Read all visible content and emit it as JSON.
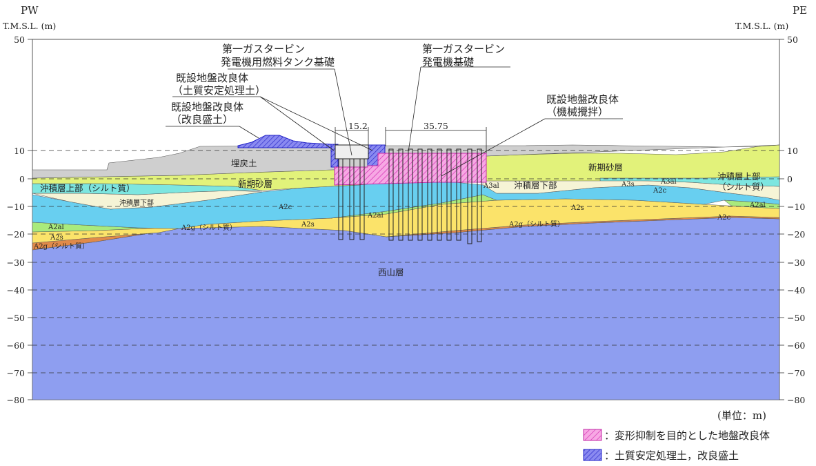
{
  "header": {
    "left_id": "PW",
    "left_unit": "T.M.S.L. (m)",
    "right_id": "PE",
    "right_unit": "T.M.S.L. (m)"
  },
  "axis": {
    "ticks": [
      "50",
      "10",
      "0",
      "−10",
      "−20",
      "−30",
      "−40",
      "−50",
      "−60",
      "−70",
      "−80"
    ]
  },
  "dimensions": {
    "tank_width": "15.2",
    "generator_width": "35.75"
  },
  "callouts": {
    "tank_foundation_1": "第一ガスタービン",
    "tank_foundation_2": "発電機用燃料タンク基礎",
    "generator_foundation_1": "第一ガスタービン",
    "generator_foundation_2": "発電機基礎",
    "soil_stabilized_1": "既設地盤改良体",
    "soil_stabilized_2": "（土質安定処理土）",
    "improved_embank_1": "既設地盤改良体",
    "improved_embank_2": "（改良盛土）",
    "mechanical_1": "既設地盤改良体",
    "mechanical_2": "（機械攪拌）"
  },
  "layers": {
    "fill": "埋戻土",
    "shinki_west": "新期砂層",
    "shinki_east": "新期砂層",
    "chuseki_upper_w": "沖積層上部（シルト質）",
    "chuseki_lower_w": "沖積層下部",
    "chuseki_lower_e": "沖積層下部",
    "chuseki_upper_e1": "沖積層上部",
    "chuseki_upper_e2": "（シルト質）",
    "a2c_1": "A2c",
    "a2c_2": "A2c",
    "a2c_3": "A2c",
    "a2al_1": "A2al",
    "a2al_2": "A2al",
    "a2al_3": "A2al",
    "a2s_1": "A2s",
    "a2s_2": "A2s",
    "a2s_3": "A2s",
    "a2g_1": "A2g（シルト質）",
    "a2g_2": "A2g（シルト質）",
    "a2g_3": "A2g（シルト質）",
    "a3al_1": "A3al",
    "a3al_2": "A3al",
    "a3s": "A3s",
    "nishiyama": "西山層"
  },
  "unit_note": "(単位：m)",
  "legend": {
    "pink_label": "：変形抑制を目的とした地盤改良体",
    "blue_label": "：土質安定処理土，改良盛土"
  },
  "colors": {
    "nishiyama": "#8e9ef0",
    "fill_soil": "#cfcfcf",
    "new_sand": "#e2f27a",
    "silt_upper": "#7de6e0",
    "lower_alluvial": "#f6f4d6",
    "a2c": "#68cff0",
    "a2s": "#fbe36a",
    "a2g": "#e08a4a",
    "a2al": "#a9ea7c",
    "pink_improvement": "#f08ad6",
    "blue_improvement": "#3b3bd6"
  }
}
